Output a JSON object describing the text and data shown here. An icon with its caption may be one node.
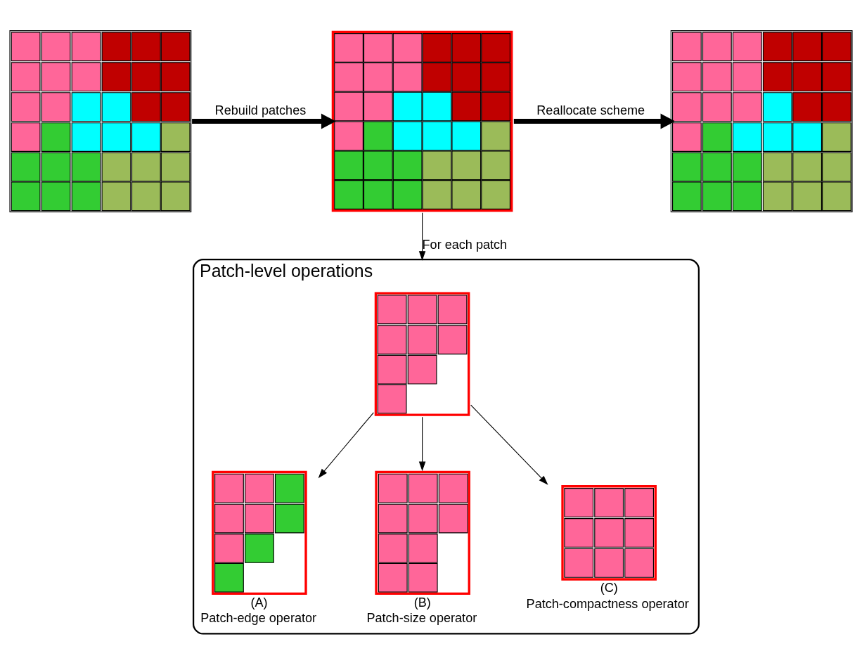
{
  "diagram": {
    "nodes": [
      {
        "text": [],
        "shape": "picture"
      },
      {
        "text": [],
        "shape": "picture"
      },
      {
        "text": [],
        "shape": "picture"
      },
      {
        "text": [
          "Patch-level operations"
        ]
      },
      {
        "text": [],
        "shape": "picture",
        "in": 3
      },
      {
        "text": [],
        "shape": "picture",
        "in": 3,
        "beside": [
          "(A)",
          "Patch-edge operator"
        ]
      },
      {
        "text": [],
        "shape": "picture",
        "in": 3,
        "beside": [
          "(B)",
          "Patch-size operator"
        ]
      },
      {
        "text": [],
        "shape": "picture",
        "in": 3,
        "beside": [
          "(C)",
          "Patch-compactness operator"
        ]
      }
    ],
    "edges": [
      {
        "from": 0,
        "to": 1,
        "arrow": "to",
        "label": "Rebuild patches",
        "style": "thick"
      },
      {
        "from": 1,
        "to": 2,
        "arrow": "to",
        "label": "Reallocate scheme",
        "style": "thick"
      },
      {
        "from": 1,
        "to": 3,
        "arrow": "to",
        "label": "For each patch"
      },
      {
        "from": 4,
        "to": 5,
        "arrow": "to"
      },
      {
        "from": 4,
        "to": 6,
        "arrow": "to"
      },
      {
        "from": 4,
        "to": 7,
        "arrow": "to"
      }
    ]
  }
}
